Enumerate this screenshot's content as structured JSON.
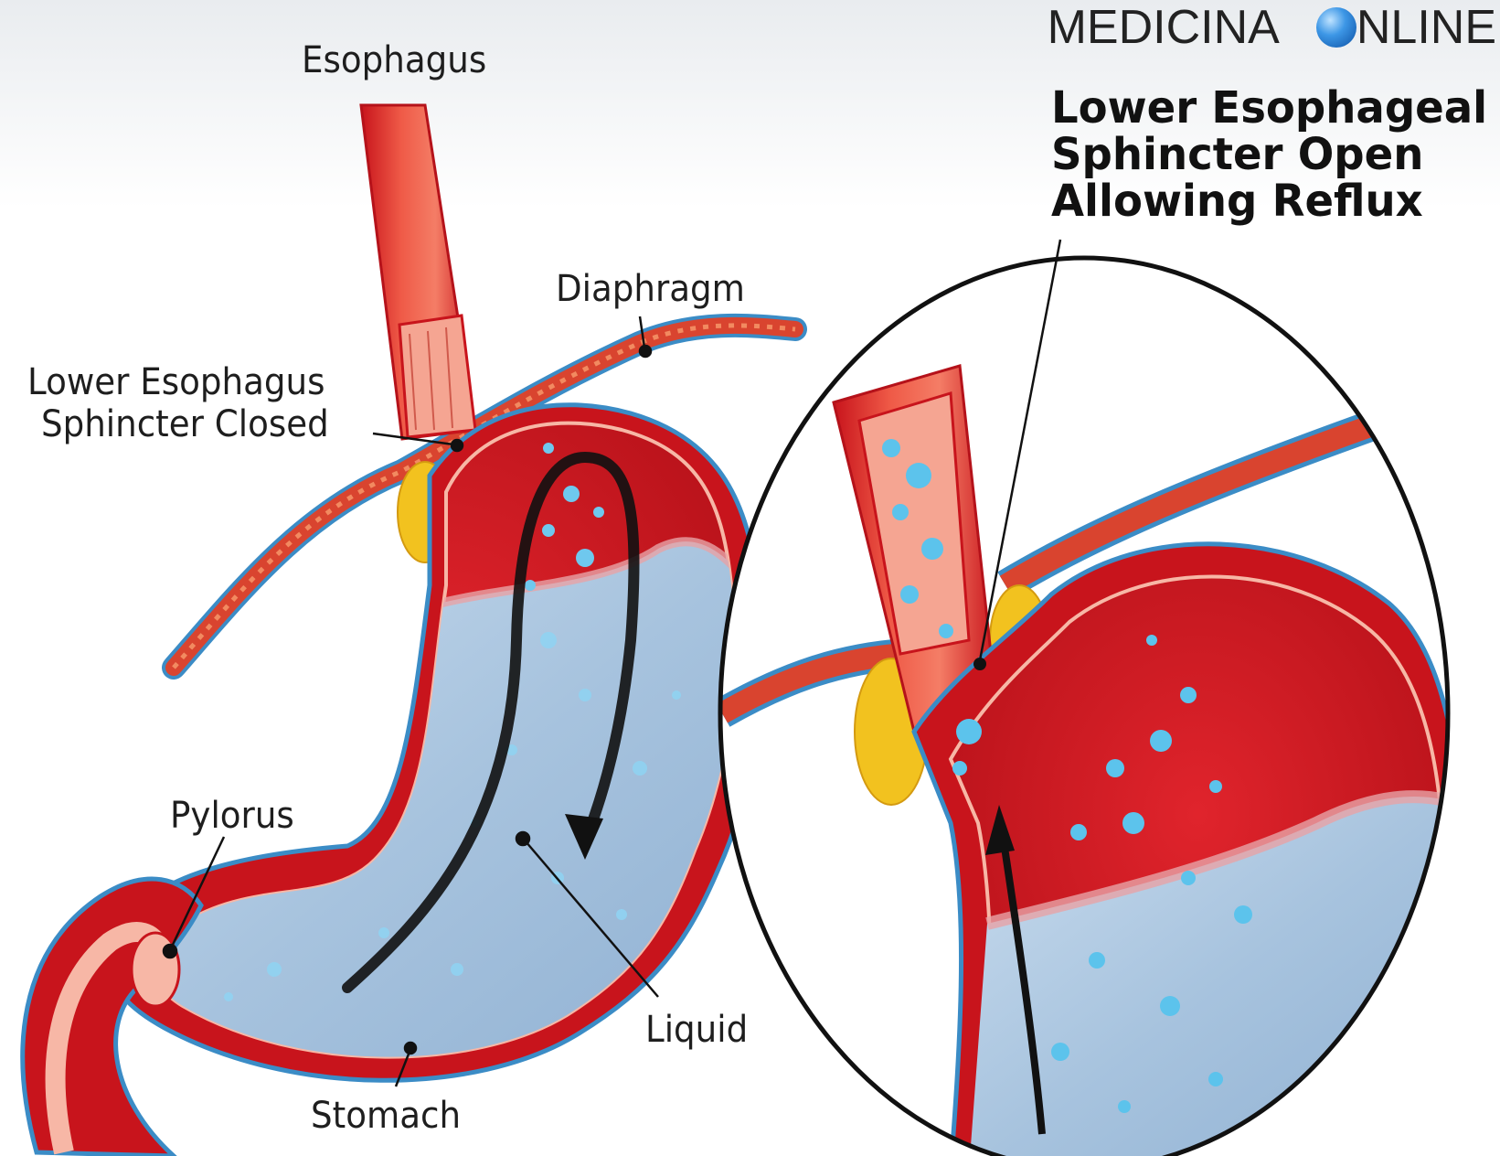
{
  "brand": {
    "text_left": "MEDICINA",
    "text_right": "NLINE",
    "icon": "globe-dot-icon"
  },
  "labels": {
    "esophagus": "Esophagus",
    "diaphragm": "Diaphragm",
    "les_closed_line1": "Lower Esophagus",
    "les_closed_line2": "Sphincter Closed",
    "pylorus": "Pylorus",
    "liquid": "Liquid",
    "stomach": "Stomach",
    "les_open_line1": "Lower Esophageal",
    "les_open_line2": "Sphincter Open",
    "les_open_line3": "Allowing Reflux"
  },
  "colors": {
    "tissue_red": "#c8141c",
    "tissue_light": "#ef5a47",
    "lining_pink": "#f7b7a6",
    "liquid_blue": "#a9c7e2",
    "droplet_blue": "#5cc3ec",
    "fat_yellow": "#f2c21f",
    "outline_blue": "#3b8cc6"
  }
}
